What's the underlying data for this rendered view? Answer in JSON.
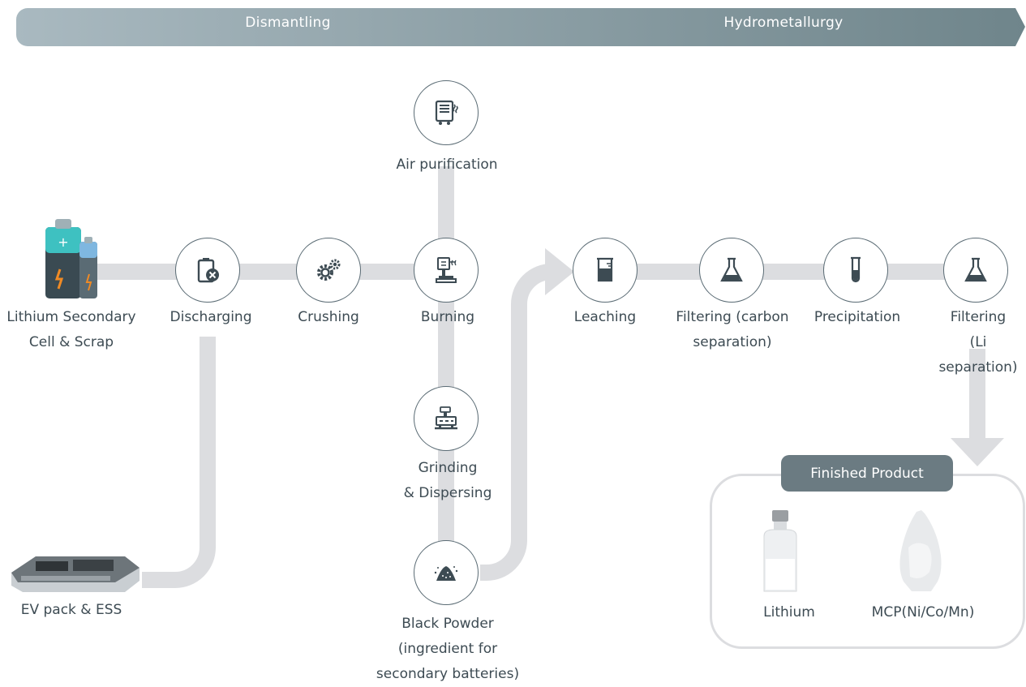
{
  "banner": {
    "left_label": "Dismantling",
    "right_label": "Hydrometallurgy",
    "colors": [
      "#a7b7be",
      "#6f858b"
    ]
  },
  "colors": {
    "flow_line": "#dcdde0",
    "node_border": "#5a6b74",
    "icon_dark": "#3d4b53",
    "pill_bg": "#6b7b82"
  },
  "sources": {
    "cell_scrap": {
      "label": "Lithium Secondary\nCell & Scrap",
      "icon": "battery-icon"
    },
    "ev_pack": {
      "label": "EV pack & ESS",
      "icon": "ev-pack-image"
    }
  },
  "steps": {
    "discharging": {
      "label": "Discharging",
      "icon": "battery-discharge-icon"
    },
    "crushing": {
      "label": "Crushing",
      "icon": "gears-icon"
    },
    "burning": {
      "label": "Burning",
      "icon": "burner-machine-icon"
    },
    "air_purification": {
      "label": "Air purification",
      "icon": "air-purifier-icon"
    },
    "grinding": {
      "label": "Grinding\n& Dispersing",
      "icon": "grinding-machine-icon"
    },
    "black_powder": {
      "label": "Black Powder\n(ingredient for\nsecondary batteries)",
      "icon": "powder-pile-icon"
    },
    "leaching": {
      "label": "Leaching",
      "icon": "beaker-icon"
    },
    "filtering_carbon": {
      "label": "Filtering (carbon\nseparation)",
      "icon": "flask-icon"
    },
    "precipitation": {
      "label": "Precipitation",
      "icon": "test-tube-icon"
    },
    "filtering_li": {
      "label": "Filtering\n(Li separation)",
      "icon": "flask-icon"
    }
  },
  "finished_product": {
    "title": "Finished Product",
    "items": [
      {
        "label": "Lithium",
        "icon": "vial-image"
      },
      {
        "label": "MCP(Ni/Co/Mn)",
        "icon": "powder-sample-image"
      }
    ]
  }
}
